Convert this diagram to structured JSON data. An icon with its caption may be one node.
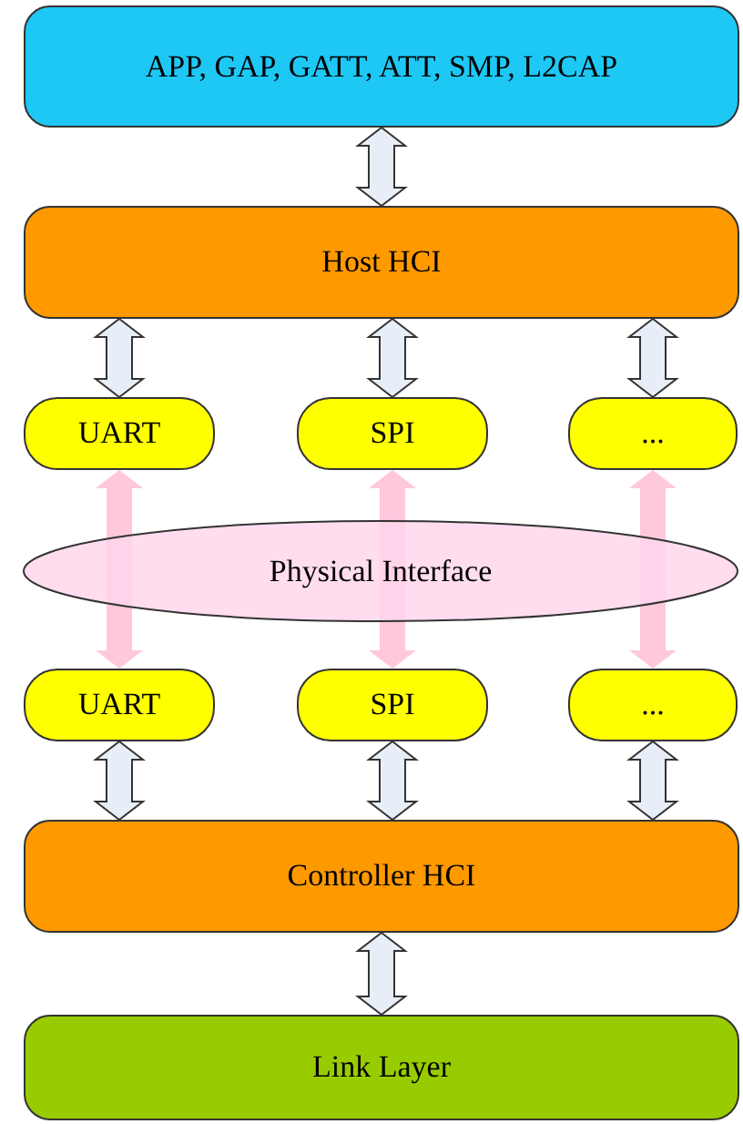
{
  "diagram": {
    "nodes": [
      {
        "text": [
          "APP, GAP, GATT, ATT, SMP, L2CAP"
        ]
      },
      {
        "text": [
          "Host HCI"
        ]
      },
      {
        "text": [
          "UART"
        ]
      },
      {
        "text": [
          "SPI"
        ]
      },
      {
        "text": [
          "..."
        ]
      },
      {
        "text": [
          "Physical Interface"
        ]
      },
      {
        "text": [
          "UART"
        ]
      },
      {
        "text": [
          "SPI"
        ]
      },
      {
        "text": [
          "..."
        ]
      },
      {
        "text": [
          "Controller HCI"
        ]
      },
      {
        "text": [
          "Link Layer"
        ]
      }
    ],
    "edges": [
      {
        "from": 0,
        "to": 1,
        "arrow": "both"
      },
      {
        "from": 1,
        "to": 2,
        "arrow": "both"
      },
      {
        "from": 1,
        "to": 3,
        "arrow": "both"
      },
      {
        "from": 1,
        "to": 4,
        "arrow": "both"
      },
      {
        "from": 2,
        "to": 6,
        "arrow": "both",
        "color": "#ffc8dc"
      },
      {
        "from": 3,
        "to": 7,
        "arrow": "both",
        "color": "#ffc8dc"
      },
      {
        "from": 4,
        "to": 8,
        "arrow": "both",
        "color": "#ffc8dc"
      },
      {
        "from": 6,
        "to": 9,
        "arrow": "both"
      },
      {
        "from": 7,
        "to": 9,
        "arrow": "both"
      },
      {
        "from": 8,
        "to": 9,
        "arrow": "both"
      },
      {
        "from": 9,
        "to": 10,
        "arrow": "both"
      }
    ]
  }
}
